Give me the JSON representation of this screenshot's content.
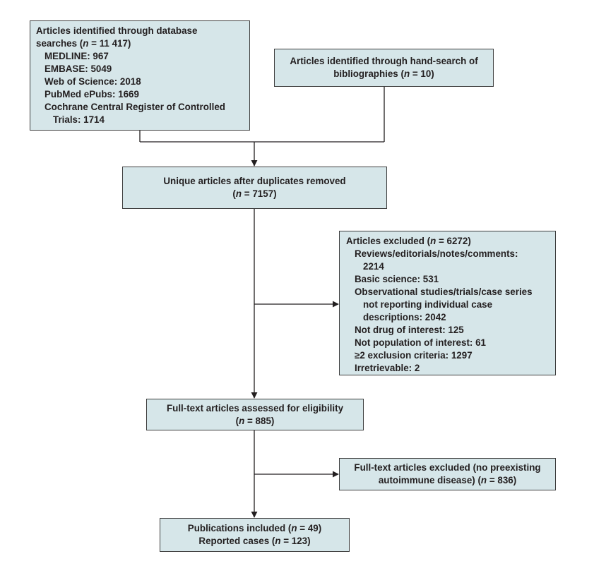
{
  "db_search": {
    "line1": "Articles identified through database",
    "line2_pre": "searches (",
    "n": "n",
    "line2_post": " = 11 417)",
    "sources": [
      "MEDLINE: 967",
      "EMBASE: 5049",
      "Web of Science: 2018",
      "PubMed ePubs: 1669",
      "Cochrane Central Register of Controlled"
    ],
    "sources_cont": "Trials: 1714"
  },
  "hand_search": {
    "line1": "Articles identified through hand-search of",
    "line2_pre": "bibliographies (",
    "n": "n",
    "line2_post": " = 10)"
  },
  "unique": {
    "line1": "Unique articles after duplicates removed",
    "line2_pre": "(",
    "n": "n",
    "line2_post": " = 7157)"
  },
  "excluded": {
    "head_pre": "Articles excluded (",
    "n": "n",
    "head_post": " = 6272)",
    "items": [
      {
        "text": "Reviews/editorials/notes/comments:",
        "indent": 1
      },
      {
        "text": "2214",
        "indent": 2
      },
      {
        "text": "Basic science: 531",
        "indent": 1
      },
      {
        "text": "Observational studies/trials/case series",
        "indent": 1
      },
      {
        "text": "not reporting individual case",
        "indent": 2
      },
      {
        "text": "descriptions: 2042",
        "indent": 2
      },
      {
        "text": "Not drug of interest: 125",
        "indent": 1
      },
      {
        "text": "Not population of interest: 61",
        "indent": 1
      },
      {
        "text": "≥2 exclusion criteria: 1297",
        "indent": 1
      },
      {
        "text": "Irretrievable: 2",
        "indent": 1
      }
    ]
  },
  "fulltext": {
    "line1": "Full-text articles assessed for eligibility",
    "line2_pre": "(",
    "n": "n",
    "line2_post": " = 885)"
  },
  "fulltext_excluded": {
    "line1": "Full-text articles excluded (no preexisting",
    "line2_pre": "autoimmune disease) (",
    "n": "n",
    "line2_post": " = 836)"
  },
  "included": {
    "line1_pre": "Publications included (",
    "n1": "n",
    "line1_post": " = 49)",
    "line2_pre": "Reported cases (",
    "n2": "n",
    "line2_post": " = 123)"
  },
  "colors": {
    "box_fill": "#d6e6e9",
    "box_border": "#3d3d3d",
    "text": "#231f20"
  }
}
